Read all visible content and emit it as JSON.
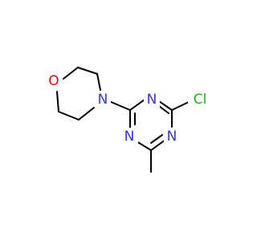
{
  "molecule": {
    "atoms": {
      "oxygen": "O",
      "morpholine_nitrogen": "N",
      "ring_nitrogen_1": "N",
      "ring_nitrogen_2": "N",
      "ring_nitrogen_3": "N",
      "chlorine": "Cl"
    },
    "colors": {
      "bond": "#000000",
      "nitrogen": "#3333ff",
      "oxygen": "#ff0000",
      "chlorine": "#1fb51f",
      "background": "#ffffff"
    }
  }
}
